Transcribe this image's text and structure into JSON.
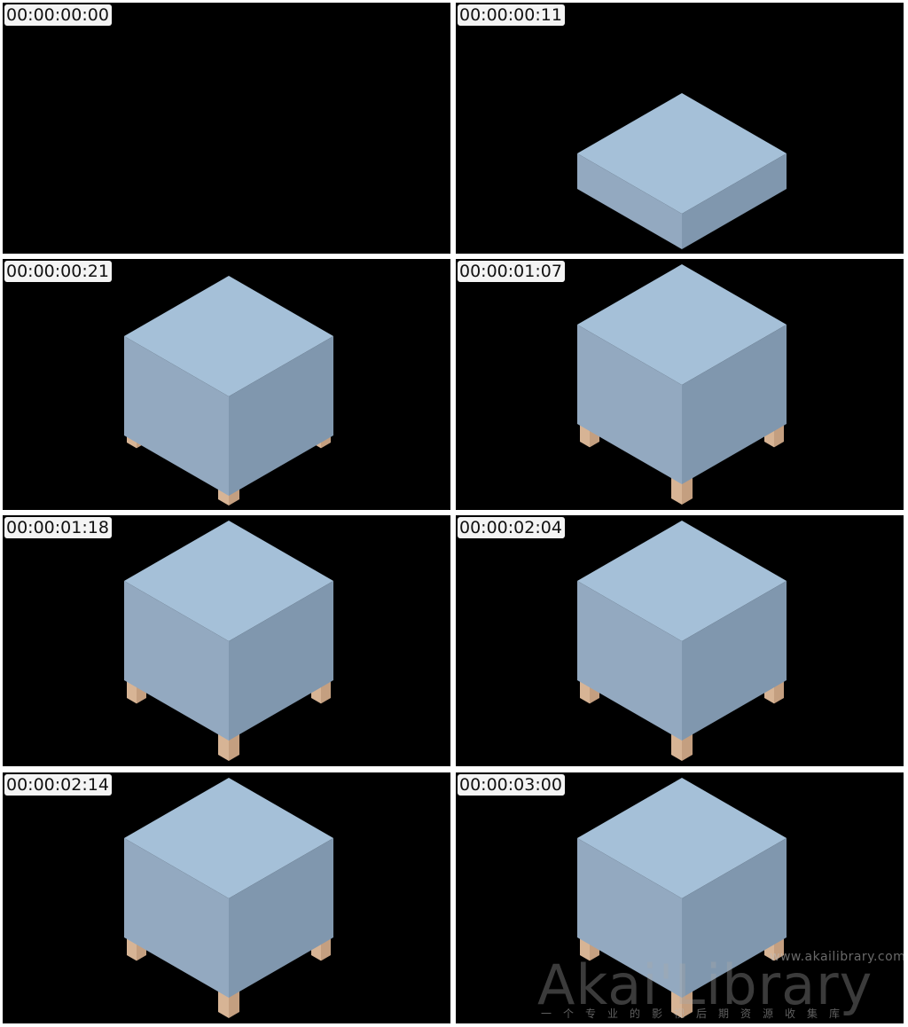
{
  "frames": [
    {
      "timecode": "00:00:00:00",
      "phase": "empty",
      "legs": false
    },
    {
      "timecode": "00:00:00:11",
      "phase": "slab",
      "legs": false
    },
    {
      "timecode": "00:00:00:21",
      "phase": "cube-short-legs",
      "legs": true
    },
    {
      "timecode": "00:00:01:07",
      "phase": "cube-legs",
      "legs": true
    },
    {
      "timecode": "00:00:01:18",
      "phase": "cube-legs",
      "legs": true
    },
    {
      "timecode": "00:00:02:04",
      "phase": "cube-legs",
      "legs": true
    },
    {
      "timecode": "00:00:02:14",
      "phase": "cube-legs",
      "legs": true
    },
    {
      "timecode": "00:00:03:00",
      "phase": "cube-legs",
      "legs": true
    }
  ],
  "colors": {
    "background": "#000000",
    "cube_top": "#a5c0d8",
    "cube_left": "#93a9c0",
    "cube_right": "#8097ae",
    "leg_front": "#d7b495",
    "leg_side": "#c49f80",
    "timecode_bg": "#f4f4f4",
    "timecode_text": "#111111"
  },
  "watermark": {
    "url": "www.akailibrary.com",
    "logo": "Akai'Library",
    "tagline": "一个专业的影视后期资源收集库"
  }
}
